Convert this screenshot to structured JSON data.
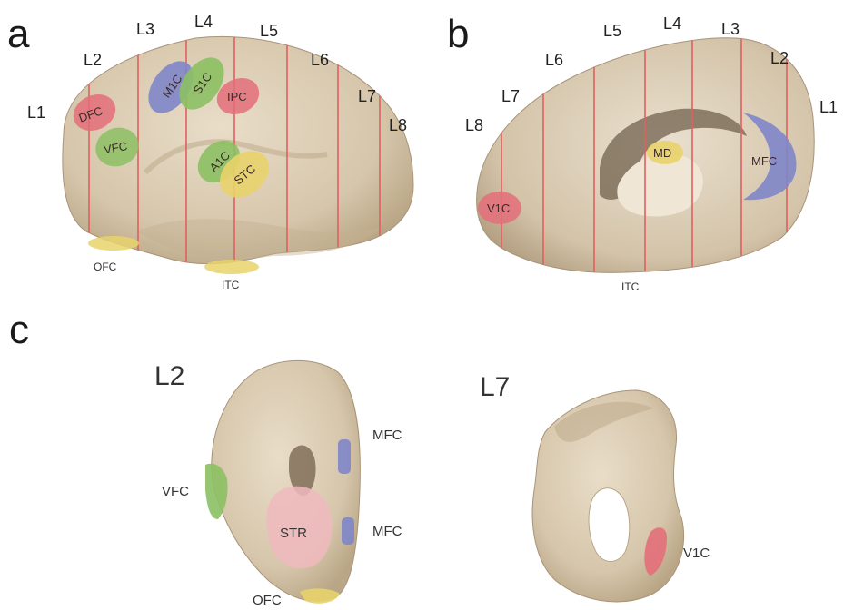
{
  "panels": {
    "a": "a",
    "b": "b",
    "c": "c"
  },
  "colors": {
    "brain": "#dccdb5",
    "brain_dark": "#b8a689",
    "red_region": "#e36f7a",
    "green_region": "#8cc063",
    "blue_region": "#7f86c9",
    "yellow_region": "#e8d36b",
    "pink_region": "#f0b8bd",
    "cut_line": "#e0605f"
  },
  "lateral": {
    "levels": [
      "L1",
      "L2",
      "L3",
      "L4",
      "L5",
      "L6",
      "L7",
      "L8"
    ],
    "regions": {
      "dfc": "DFC",
      "vfc": "VFC",
      "m1c": "M1C",
      "s1c": "S1C",
      "ipc": "IPC",
      "a1c": "A1C",
      "stc": "STC",
      "ofc": "OFC",
      "itc": "ITC"
    }
  },
  "medial": {
    "levels": [
      "L1",
      "L2",
      "L3",
      "L4",
      "L5",
      "L6",
      "L7",
      "L8"
    ],
    "regions": {
      "md": "MD",
      "mfc": "MFC",
      "v1c": "V1C",
      "itc": "ITC"
    }
  },
  "sections": {
    "l2": {
      "title": "L2",
      "mfc_upper": "MFC",
      "mfc_lower": "MFC",
      "vfc": "VFC",
      "str": "STR",
      "ofc": "OFC"
    },
    "l7": {
      "title": "L7",
      "v1c": "V1C"
    }
  }
}
